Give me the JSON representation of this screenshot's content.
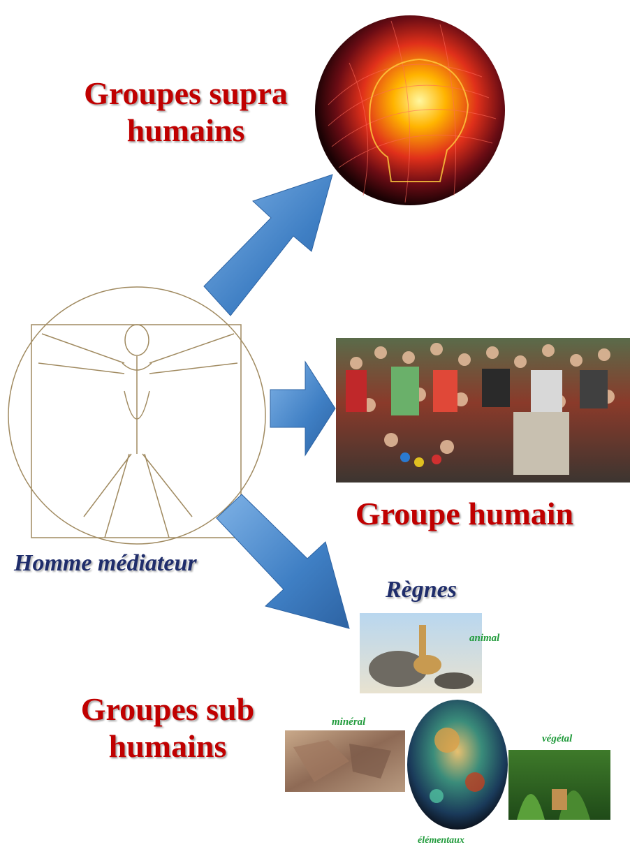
{
  "labels": {
    "supra": "Groupes supra humains",
    "humain": "Groupe humain",
    "sub": "Groupes sub humains",
    "mediateur": "Homme médiateur",
    "regnes": "Règnes",
    "animal": "animal",
    "mineral": "minéral",
    "vegetal": "végétal",
    "elementaux": "élémentaux"
  },
  "colors": {
    "title_red": "#c00000",
    "title_blue": "#1f2d6b",
    "arrow_blue": "#4a86c8",
    "label_green": "#1f9a3a"
  },
  "icons": {
    "vitruvian": "vitruvian-man-illustration",
    "head": "glowing-head-illustration",
    "crowd": "crowd-photo",
    "kingdoms": "kingdoms-collage"
  }
}
